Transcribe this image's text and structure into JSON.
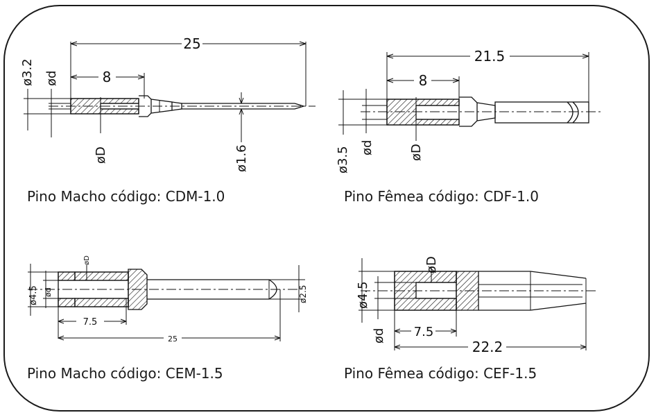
{
  "captions": {
    "cdm": "Pino Macho código: CDM-1.0",
    "cdf": "Pino Fêmea código: CDF-1.0",
    "cem": "Pino Macho código: CEM-1.5",
    "cef": "Pino Fêmea código: CEF-1.5"
  },
  "dims": {
    "cdm": {
      "length": "25",
      "socket": "8",
      "outer": "ø3.2",
      "inner_d": "ød",
      "bore": "øD",
      "tip": "ø1.6"
    },
    "cdf": {
      "length": "21.5",
      "socket": "8",
      "outer": "ø3.5",
      "inner_d": "ød",
      "bore": "øD"
    },
    "cem": {
      "length": "25",
      "socket": "7.5",
      "outer": "ø4.5",
      "inner_d": "ød",
      "bore": "øD",
      "tip": "ø2.5"
    },
    "cef": {
      "length": "22.2",
      "socket": "7.5",
      "outer": "ø4.5",
      "inner_d": "ød",
      "bore": "øD"
    }
  },
  "colors": {
    "border": "#1a1a1a",
    "line": "#111111",
    "background": "#ffffff"
  }
}
